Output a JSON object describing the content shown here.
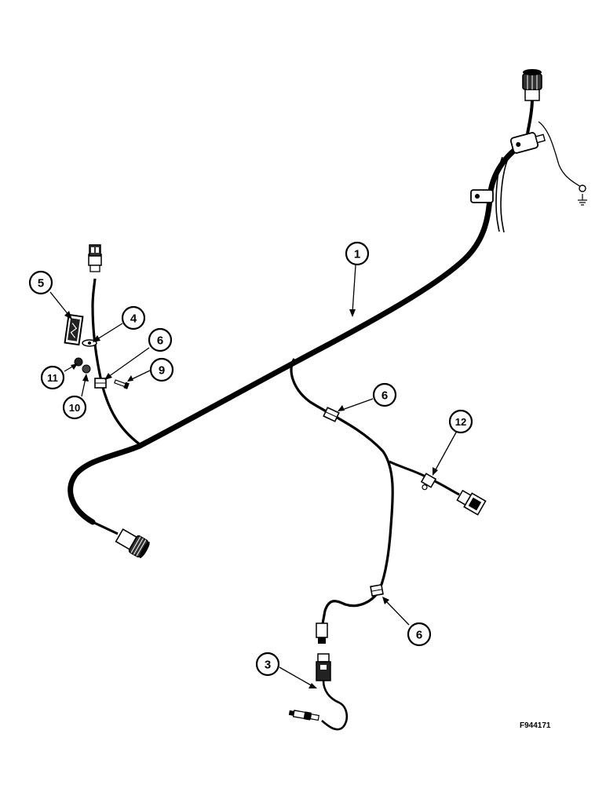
{
  "figure": {
    "code": "F944171"
  },
  "callouts": [
    {
      "id": "c1",
      "label": "1"
    },
    {
      "id": "c5",
      "label": "5"
    },
    {
      "id": "c4",
      "label": "4"
    },
    {
      "id": "c6a",
      "label": "6"
    },
    {
      "id": "c11",
      "label": "11"
    },
    {
      "id": "c9",
      "label": "9"
    },
    {
      "id": "c10",
      "label": "10"
    },
    {
      "id": "c6b",
      "label": "6"
    },
    {
      "id": "c12",
      "label": "12"
    },
    {
      "id": "c6c",
      "label": "6"
    },
    {
      "id": "c3",
      "label": "3"
    }
  ],
  "colors": {
    "line": "#000000",
    "background": "#ffffff"
  }
}
